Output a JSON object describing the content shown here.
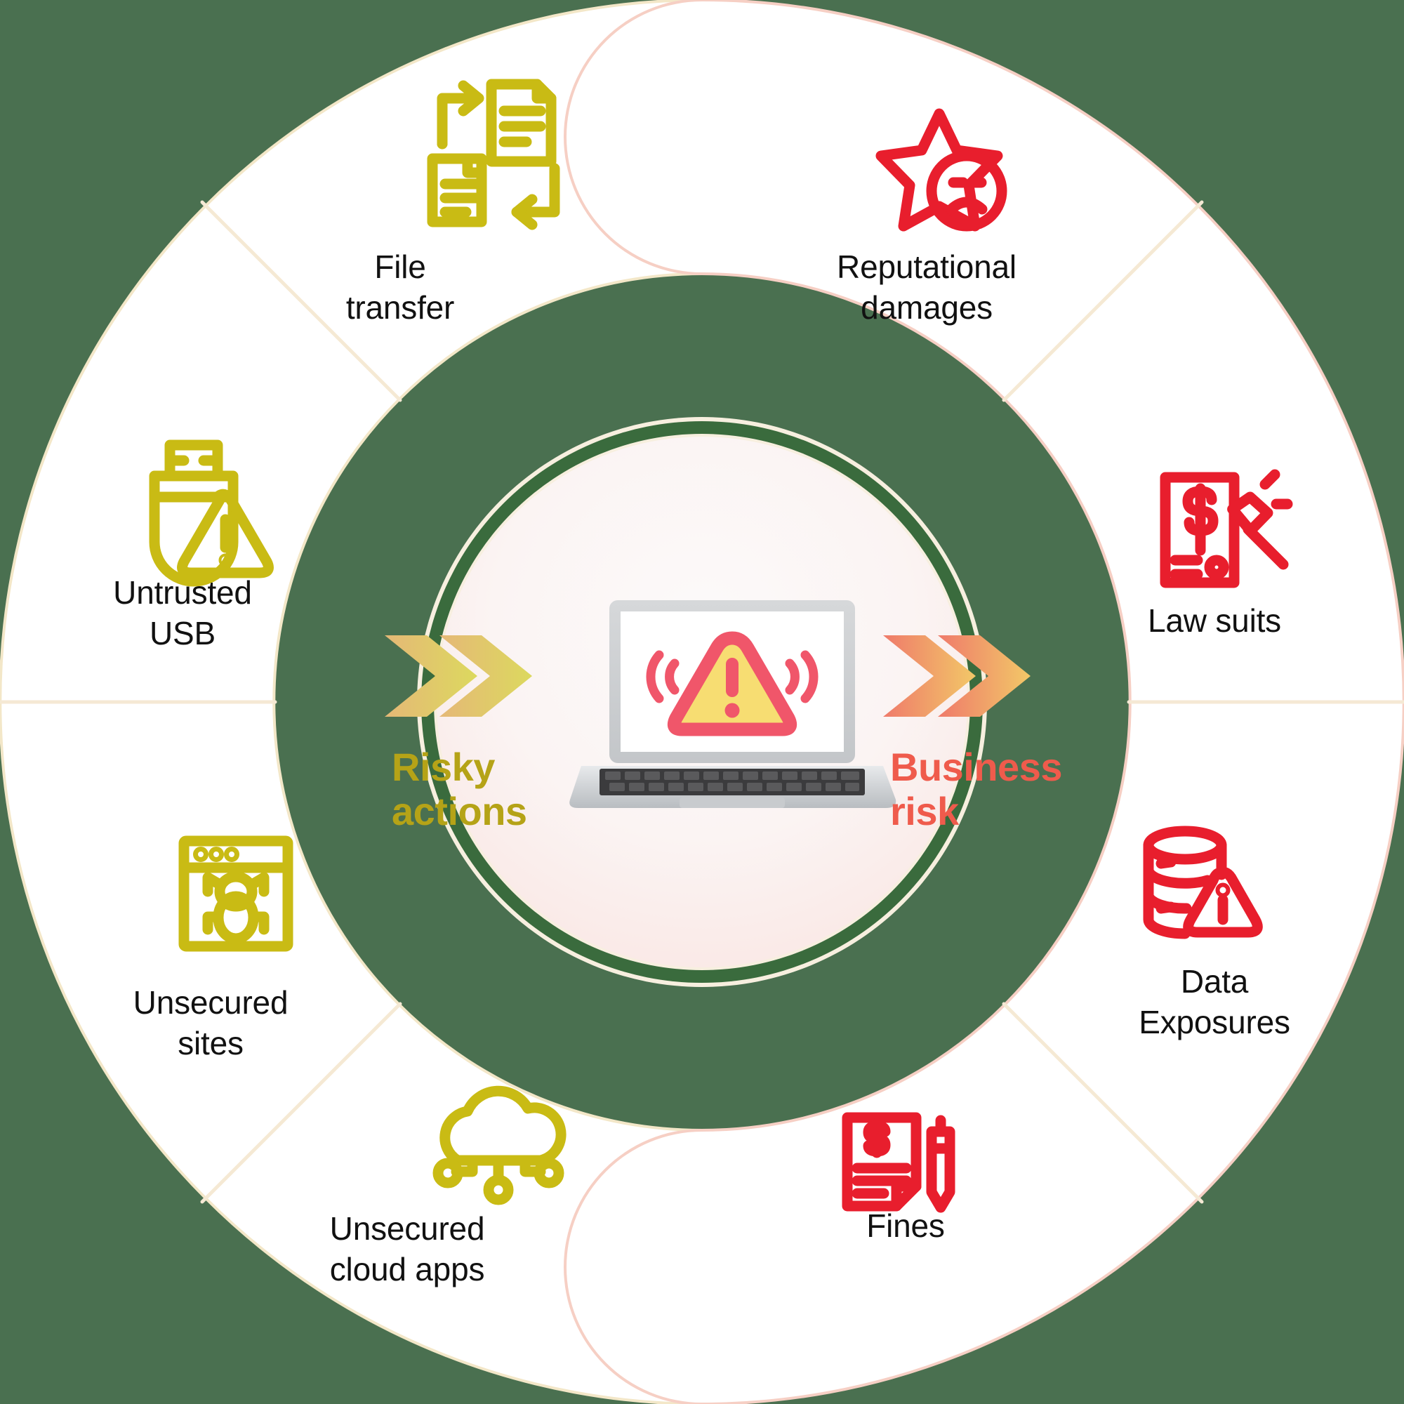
{
  "theme": {
    "background_color": "#4a7050",
    "segment_fill": "#ffffff",
    "divider_color": "#f6eddc",
    "left_border_color": "#f3e7c8",
    "right_border_color": "#f6cfc4",
    "inner_ring_color": "#3a6b3d",
    "inner_ring_edge_color": "#f7efdf",
    "inner_fill_top": "#fbf8f7",
    "inner_fill_bottom": "#fae9e6",
    "risky_color": "#b5a317",
    "business_color": "#ef5b4c",
    "risky_icon_color": "#c9bb14",
    "business_icon_color": "#e81e2d",
    "label_text_color": "#111111",
    "chevron_left_from": "#e8c07a",
    "chevron_left_to": "#d9d460",
    "chevron_right_from": "#ef7a6a",
    "chevron_right_to": "#f0c46a",
    "warning_triangle_fill": "#f7dd72",
    "warning_triangle_stroke": "#f0566a"
  },
  "center": {
    "left": {
      "label": "Risky\nactions",
      "chevron_icon": "double-chevron-right-icon"
    },
    "right": {
      "label": "Business\nrisk",
      "chevron_icon": "double-chevron-right-icon"
    },
    "graphic": {
      "name": "laptop-with-warning-alert",
      "screen_icon": "warning-triangle-icon"
    }
  },
  "left_half": {
    "title": "Risky actions",
    "segments": [
      {
        "id": "file-transfer",
        "label": "File\ntransfer",
        "icon": "file-transfer-icon"
      },
      {
        "id": "untrusted-usb",
        "label": "Untrusted\nUSB",
        "icon": "usb-warning-icon"
      },
      {
        "id": "unsecured-sites",
        "label": "Unsecured\nsites",
        "icon": "browser-bug-icon"
      },
      {
        "id": "unsecured-cloud",
        "label": "Unsecured\ncloud apps",
        "icon": "cloud-network-icon"
      }
    ]
  },
  "right_half": {
    "title": "Business risk",
    "segments": [
      {
        "id": "reputational-damages",
        "label": "Reputational\ndamages",
        "icon": "star-sad-face-icon"
      },
      {
        "id": "law-suits",
        "label": "Law suits",
        "icon": "gavel-document-icon"
      },
      {
        "id": "data-exposures",
        "label": "Data\nExposures",
        "icon": "database-alert-icon"
      },
      {
        "id": "fines",
        "label": "Fines",
        "icon": "invoice-pen-icon"
      }
    ]
  }
}
